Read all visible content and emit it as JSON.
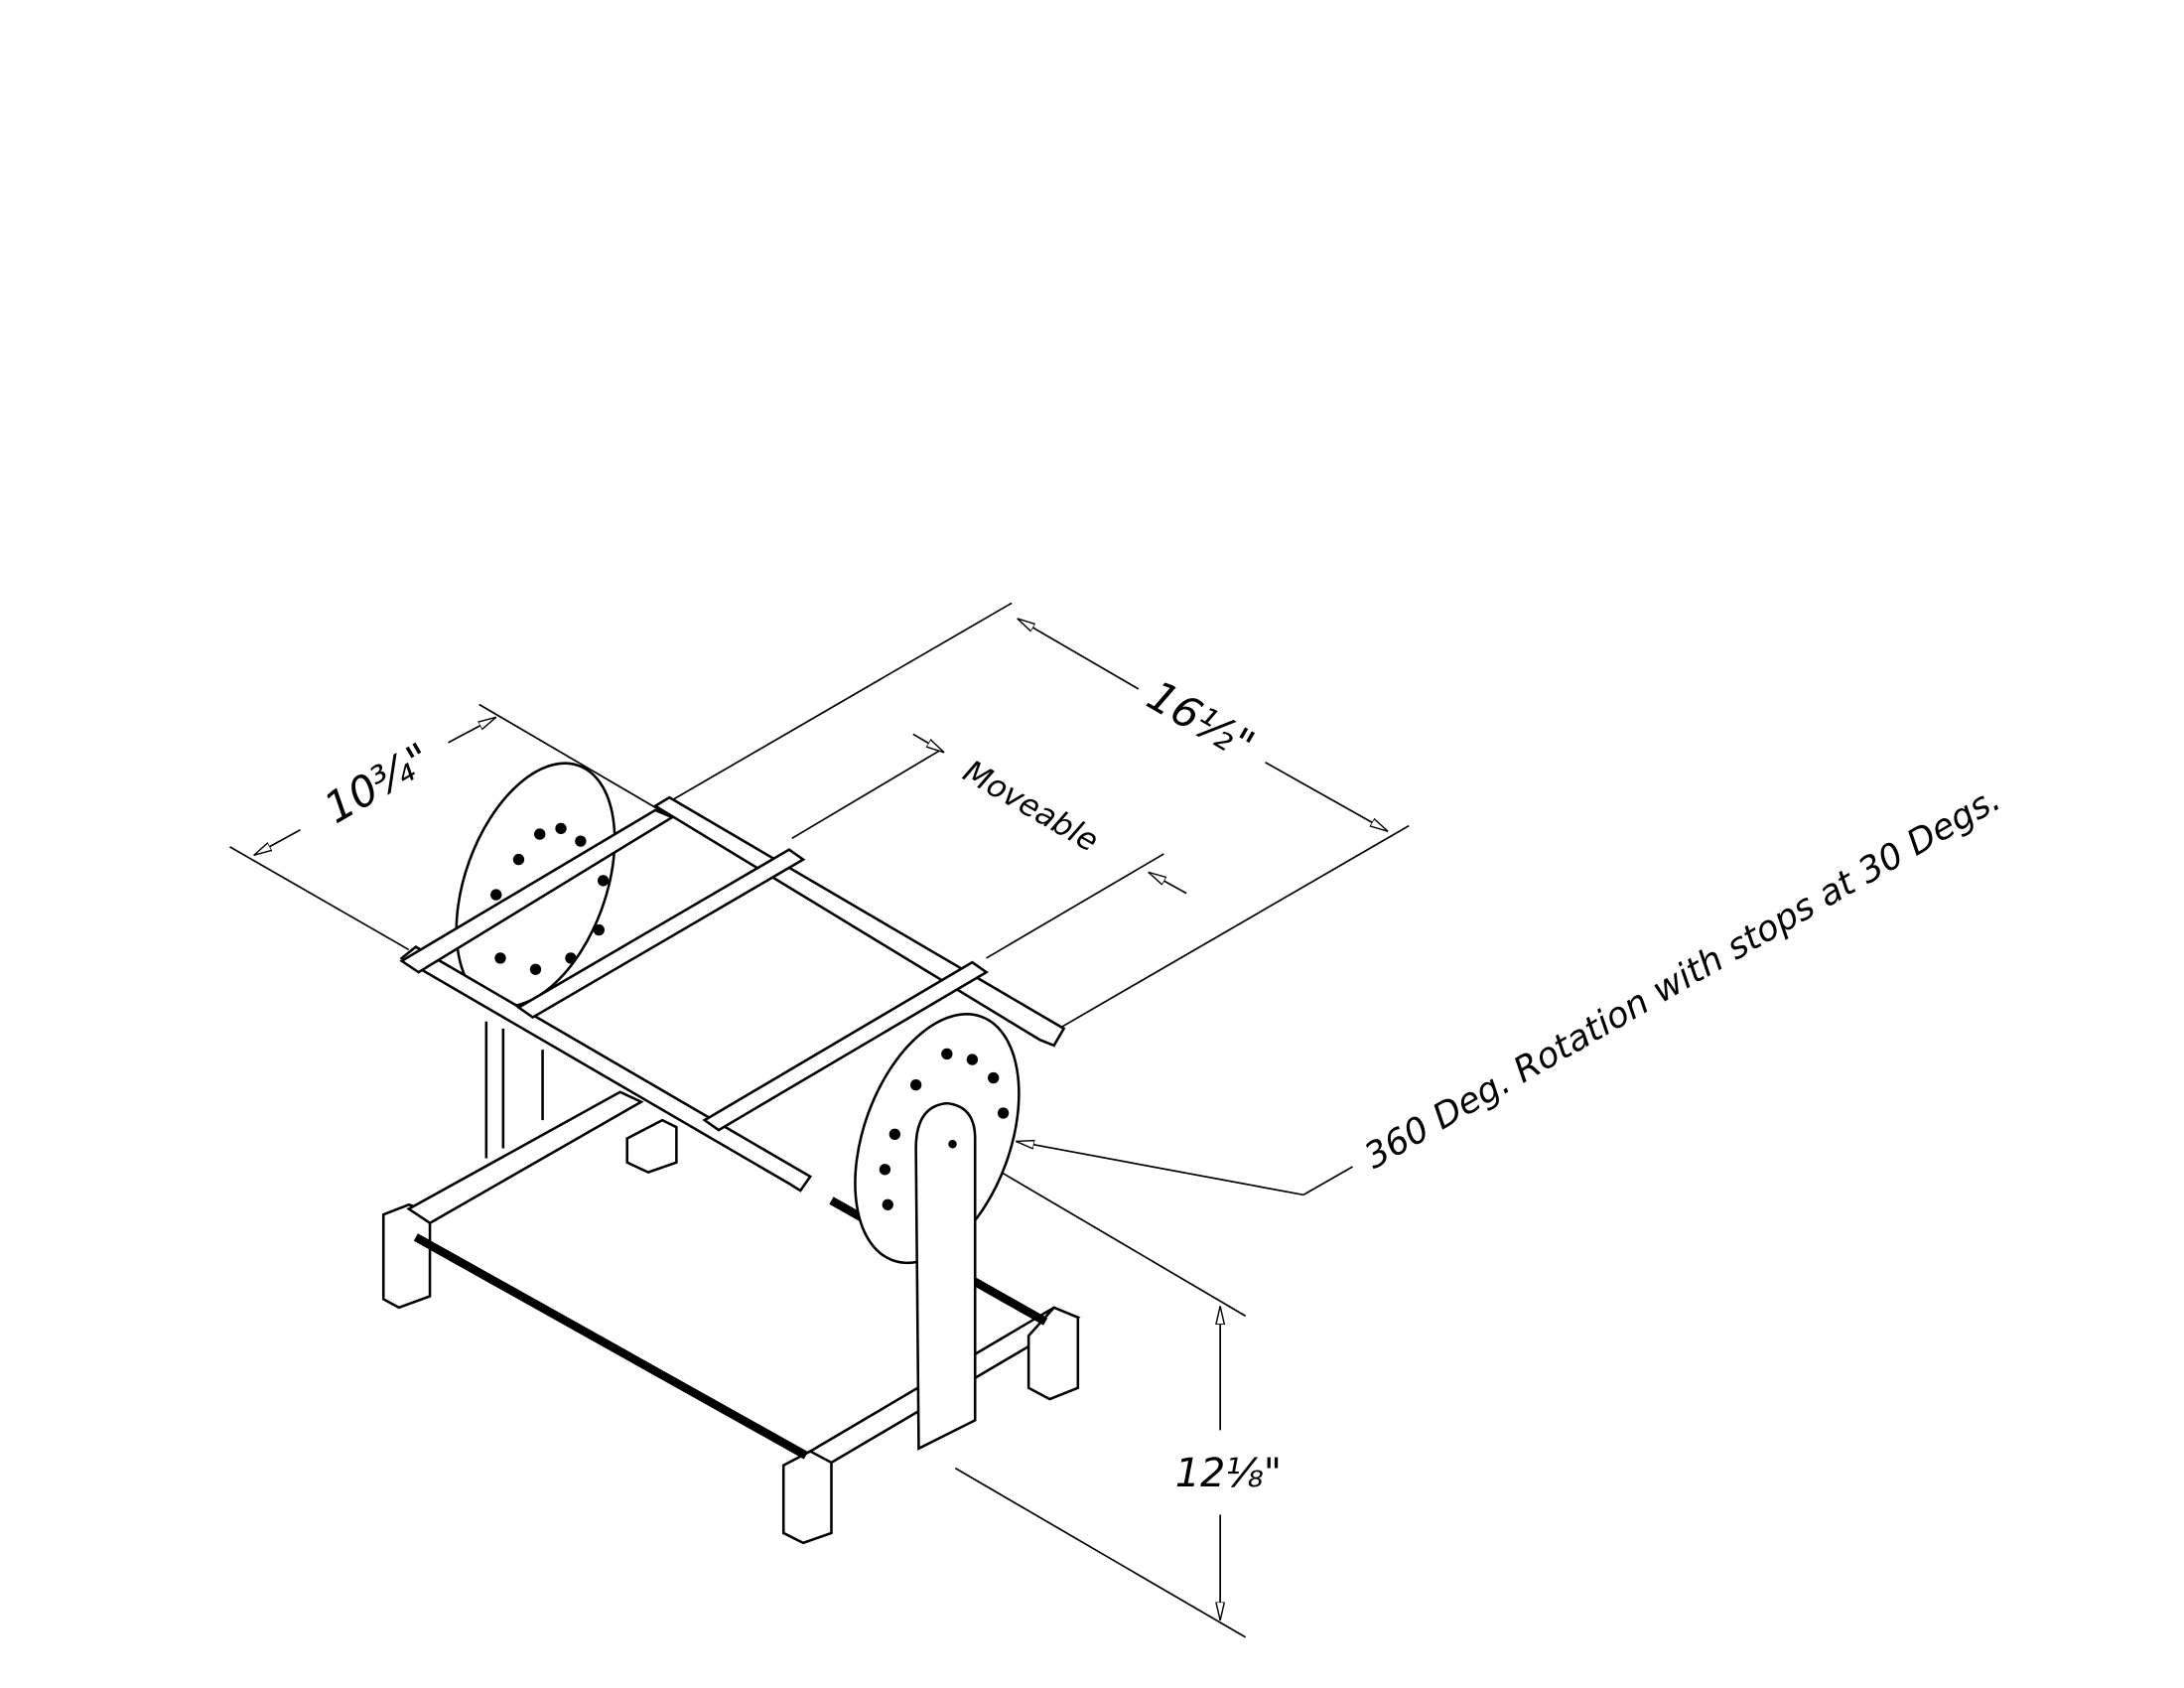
{
  "dimensions": {
    "length": "16½\"",
    "width": "10¾\"",
    "height": "12⅛\"",
    "moveable": "Moveable"
  },
  "annotation": "360 Deg. Rotation with stops at 30 Degs.",
  "colors": {
    "line": "#000000",
    "background": "#ffffff"
  }
}
